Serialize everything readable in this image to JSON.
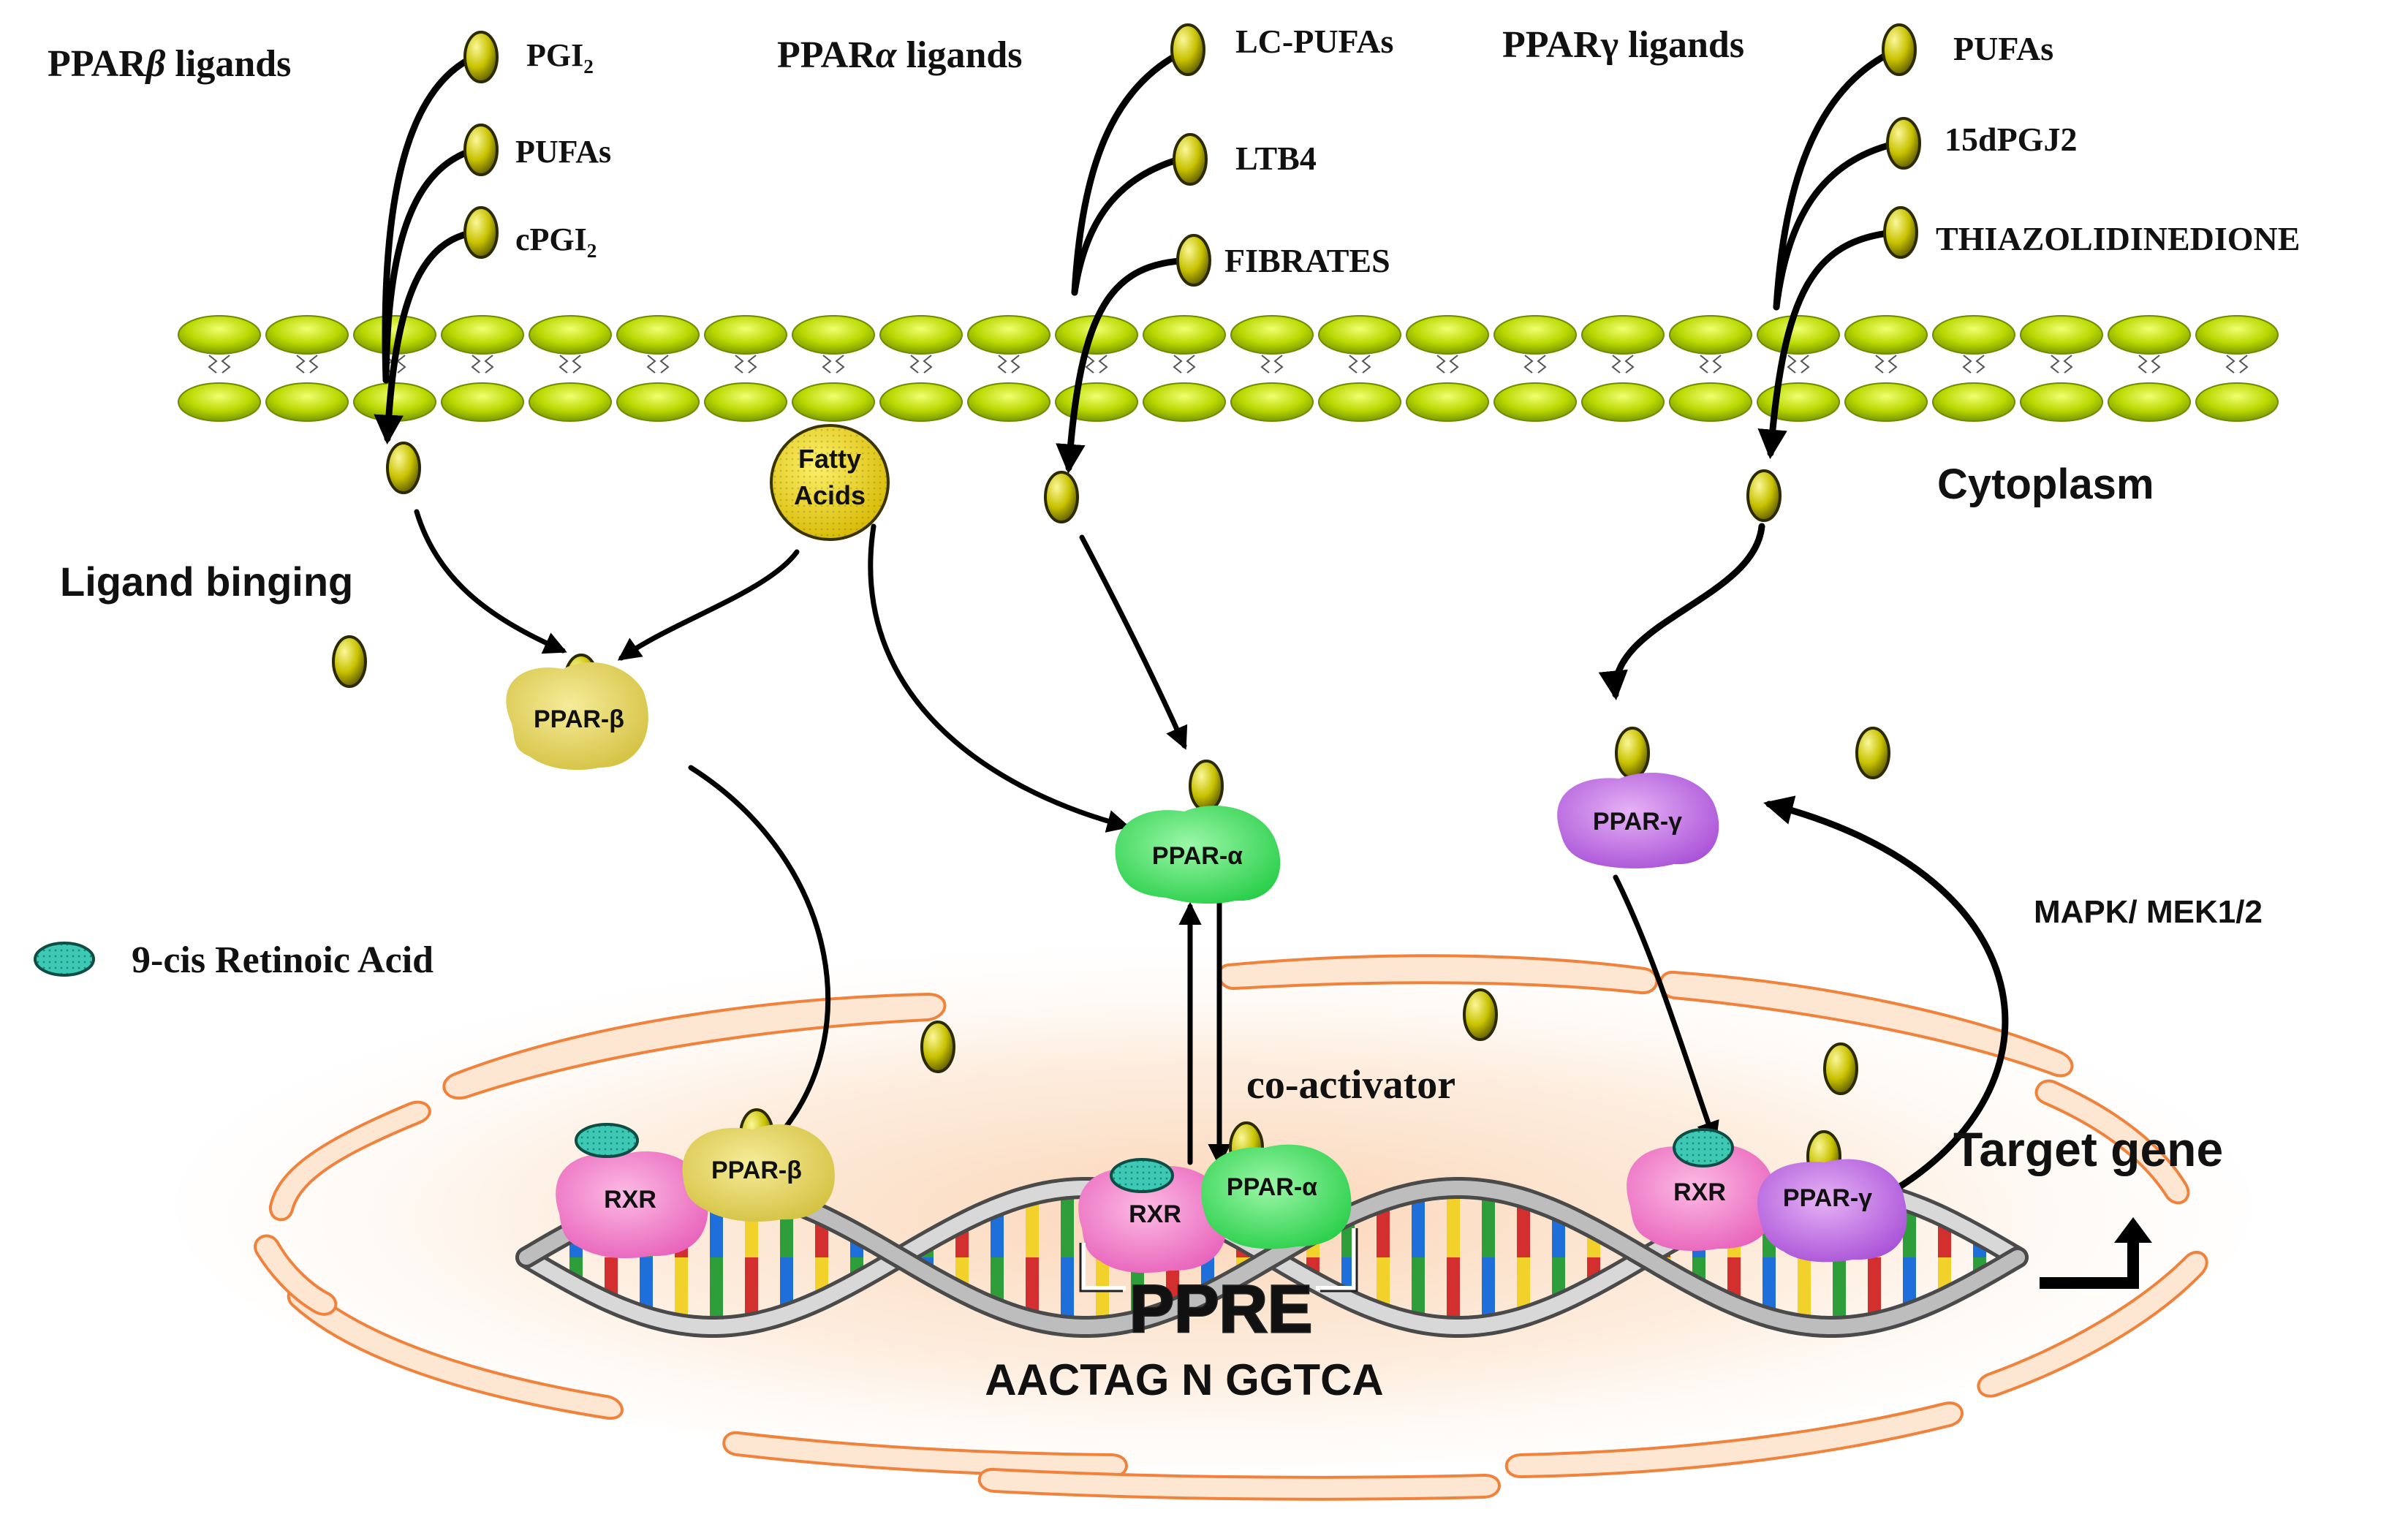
{
  "colors": {
    "ligand_fill": "#c8c200",
    "ligand_stroke": "#2b2a00",
    "membrane_fill": "#b9d800",
    "membrane_edge": "#7a9900",
    "fatty_acid_fill": "#f0d200",
    "ppar_beta": "#e5d45a",
    "ppar_alpha": "#39e05a",
    "ppar_gamma": "#c26ae6",
    "rxr": "#f07ac8",
    "retinoic_acid": "#3ec9b4",
    "nucleus_line": "#f0823c",
    "nucleus_glow": "#fbd9b8"
  },
  "icons": {
    "ligand": "ligand-oval-icon",
    "retinoic_acid": "retinoic-acid-icon",
    "gene_arrow": "bent-arrow-icon"
  },
  "headers": {
    "beta_prefix": "PPAR",
    "beta_symbol": "β",
    "beta_suffix": " ligands",
    "alpha_prefix": "PPAR",
    "alpha_symbol": "α",
    "alpha_suffix": " ligands",
    "gamma": "PPARγ ligands"
  },
  "ligands": {
    "beta": [
      {
        "main": "PGI",
        "sub": "2"
      },
      {
        "main": "PUFAs",
        "sub": ""
      },
      {
        "main": "cPGI",
        "sub": "2"
      }
    ],
    "alpha": [
      "LC-PUFAs",
      "LTB4",
      "FIBRATES"
    ],
    "gamma": [
      "PUFAs",
      "15dPGJ2",
      "THIAZOLIDINEDIONE"
    ]
  },
  "labels": {
    "cytoplasm": "Cytoplasm",
    "ligand_binding": "Ligand binging",
    "fatty_acids_line1": "Fatty",
    "fatty_acids_line2": "Acids",
    "retinoic_acid": "9-cis  Retinoic Acid",
    "co_activator": "co-activator",
    "mapk": "MAPK/ MEK1/2",
    "target_gene": "Target gene",
    "ppre": "PPRE",
    "ppre_sequence": "AACTAG N GGTCA"
  },
  "proteins": {
    "ppar_beta": "PPAR-β",
    "ppar_alpha": "PPAR-α",
    "ppar_gamma": "PPAR-γ",
    "rxr": "RXR"
  }
}
